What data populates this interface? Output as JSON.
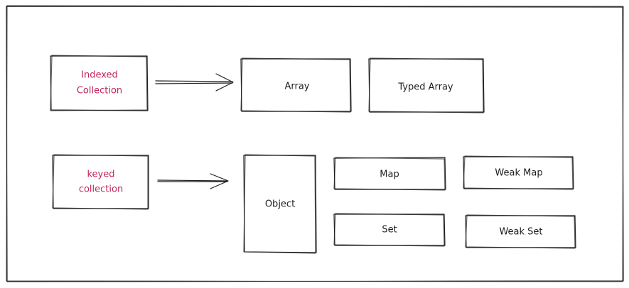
{
  "colors": {
    "stroke": "#1e1e1e",
    "accent_text": "#c2255c",
    "background": "#ffffff"
  },
  "indexed": {
    "label_line1": "Indexed",
    "label_line2": "Collection",
    "targets": [
      "Array",
      "Typed Array"
    ]
  },
  "keyed": {
    "label_line1": "keyed",
    "label_line2": "collection",
    "object": "Object",
    "targets": [
      "Map",
      "Weak Map",
      "Set",
      "Weak Set"
    ]
  }
}
